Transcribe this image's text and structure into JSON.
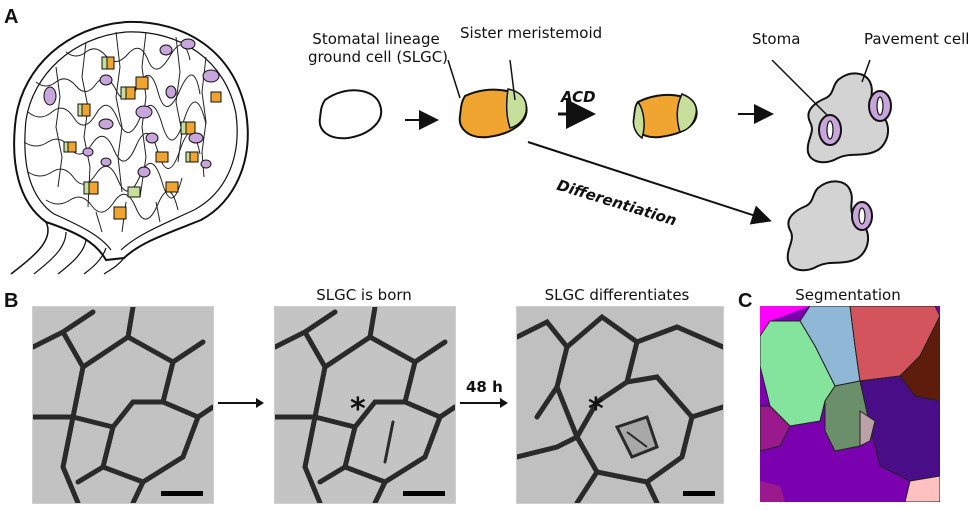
{
  "panelA": {
    "letter": "A",
    "labels": {
      "slgc": "Stomatal lineage\nground cell (SLGC)",
      "sister": "Sister meristemoid",
      "acd": "ACD",
      "stoma": "Stoma",
      "pavement": "Pavement cell",
      "differentiation": "Differentiation"
    },
    "colors": {
      "slgc_fill": "#f0a530",
      "meristemoid_fill": "#c6df9a",
      "stoma_fill": "#c8a6dc",
      "pavement_fill": "#d3d3d3",
      "outline": "#111111"
    }
  },
  "panelB": {
    "letter": "B",
    "titles": [
      "",
      "SLGC is born",
      "SLGC differentiates"
    ],
    "time_label": "48 h",
    "asterisk": "*"
  },
  "panelC": {
    "letter": "C",
    "title": "Segmentation",
    "segment_colors": [
      "#8fb8d6",
      "#d4545d",
      "#84e39c",
      "#5e1c0c",
      "#4a0d88",
      "#6a8f6a",
      "#9a1a8e",
      "#bca0a8",
      "#ff00ff",
      "#ffc0c0",
      "#7b00b0"
    ]
  }
}
